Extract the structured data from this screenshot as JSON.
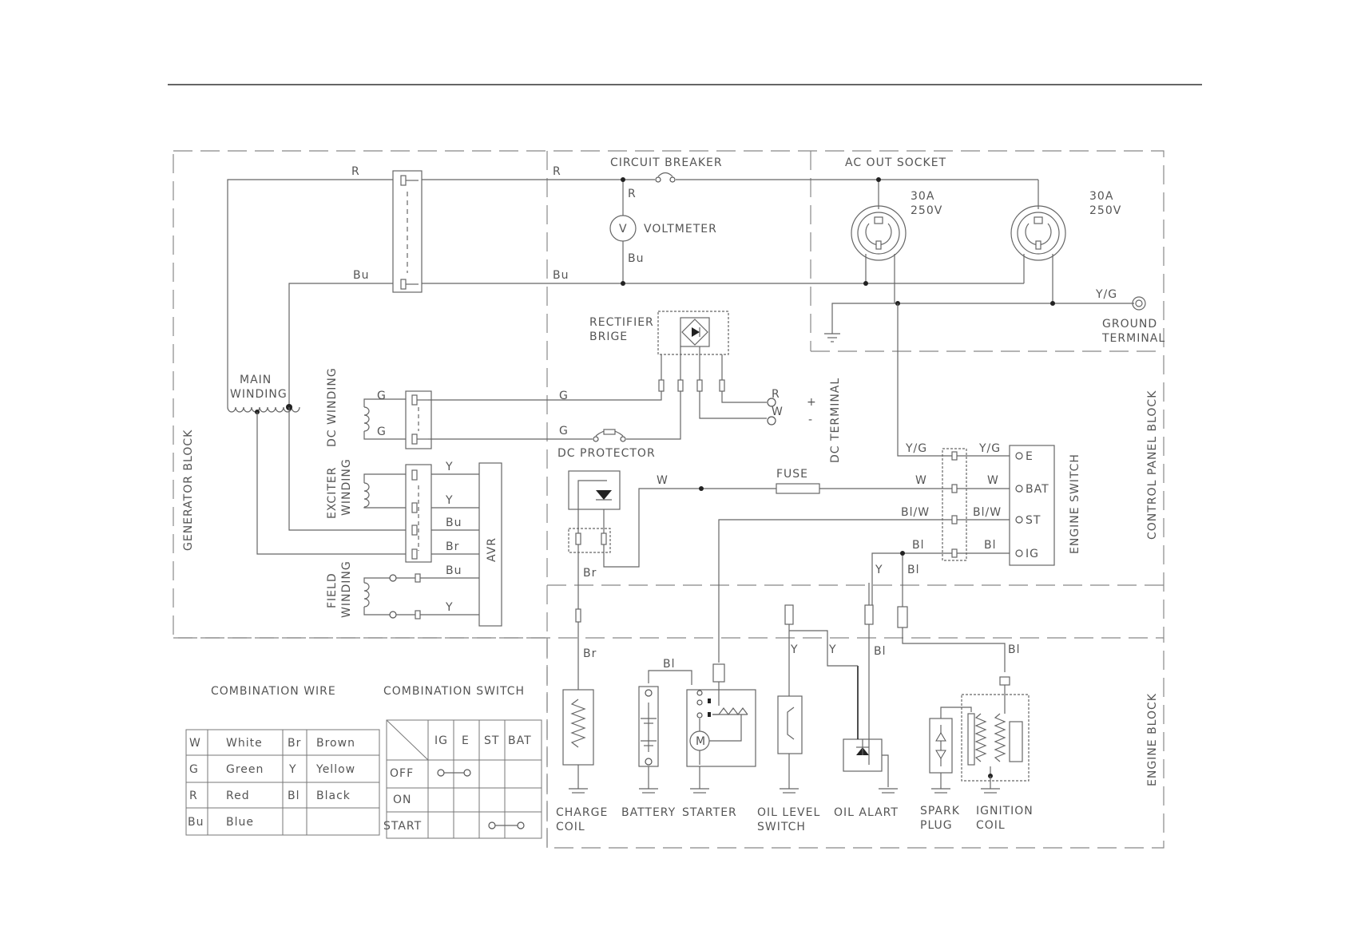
{
  "blocks": {
    "generator": "GENERATOR BLOCK",
    "control_panel": "CONTROL PANEL BLOCK",
    "engine": "ENGINE BLOCK"
  },
  "components": {
    "circuit_breaker": "CIRCUIT BREAKER",
    "voltmeter": "VOLTMETER",
    "voltmeter_symbol": "V",
    "ac_out_socket": "AC OUT SOCKET",
    "socket1_rating": [
      "30A",
      "250V"
    ],
    "socket2_rating": [
      "30A",
      "250V"
    ],
    "ground_terminal": [
      "GROUND",
      "TERMINAL"
    ],
    "rectifier": [
      "RECTIFIER",
      "BRIGE"
    ],
    "dc_terminal": "DC TERMINAL",
    "dc_plus": "+",
    "dc_minus": "-",
    "dc_protector": "DC PROTECTOR",
    "main_winding": [
      "MAIN",
      "WINDING"
    ],
    "dc_winding": "DC WINDING",
    "exciter_winding": [
      "EXCITER",
      "WINDING"
    ],
    "field_winding": [
      "FIELD",
      "WINDING"
    ],
    "avr": "AVR",
    "fuse": "FUSE",
    "engine_switch": "ENGINE SWITCH",
    "switch_terminals": [
      "E",
      "BAT",
      "ST",
      "IG"
    ],
    "charge_coil": [
      "CHARGE",
      "COIL"
    ],
    "battery": "BATTERY",
    "starter": "STARTER",
    "motor_symbol": "M",
    "oil_level_switch": [
      "OIL LEVEL",
      "SWITCH"
    ],
    "oil_alart": "OIL ALART",
    "spark_plug": [
      "SPARK",
      "PLUG"
    ],
    "ignition_coil": [
      "IGNITION",
      "COIL"
    ]
  },
  "wire_labels": {
    "r1": "R",
    "r2": "R",
    "r3": "R",
    "bu1": "Bu",
    "bu2": "Bu",
    "bu3": "Bu",
    "g1": "G",
    "g2": "G",
    "g3": "G",
    "g4": "G",
    "r_dc": "R",
    "w_dc": "W",
    "y1": "Y",
    "y2": "Y",
    "bu_avr1": "Bu",
    "br_avr": "Br",
    "bu_avr2": "Bu",
    "y3": "Y",
    "w1": "W",
    "w2": "W",
    "w3": "W",
    "yg1": "Y/G",
    "yg2": "Y/G",
    "yg3": "Y/G",
    "blw1": "Bl/W",
    "blw2": "Bl/W",
    "bl1": "Bl",
    "bl2": "Bl",
    "bl3": "Bl",
    "bl4": "Bl",
    "bl5": "Bl",
    "bl6": "Bl",
    "y_oil1": "Y",
    "y_oil2": "Y",
    "y_oil3": "Y",
    "br1": "Br",
    "br2": "Br"
  },
  "combination_wire": {
    "title": "COMBINATION WIRE",
    "rows": [
      [
        "W",
        "White",
        "Br",
        "Brown"
      ],
      [
        "G",
        "Green",
        "Y",
        "Yellow"
      ],
      [
        "R",
        "Red",
        "Bl",
        "Black"
      ],
      [
        "Bu",
        "Blue",
        "",
        ""
      ]
    ]
  },
  "combination_switch": {
    "title": "COMBINATION SWITCH",
    "columns": [
      "IG",
      "E",
      "ST",
      "BAT"
    ],
    "rows": [
      "OFF",
      "ON",
      "START"
    ]
  }
}
